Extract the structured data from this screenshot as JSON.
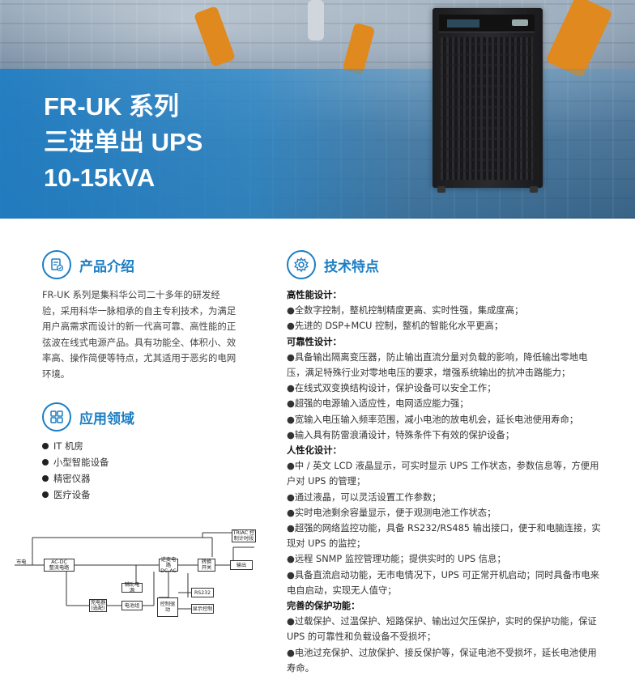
{
  "hero": {
    "title_lines": [
      "FR-UK 系列",
      "三进单出 UPS",
      "10-15kVA"
    ]
  },
  "intro": {
    "title": "产品介绍",
    "icon": "document-check-icon",
    "text": "FR-UK 系列是集科华公司二十多年的研发经验，采用科华一脉相承的自主专利技术，为满足用户高需求而设计的新一代高可靠、高性能的正弦波在线式电源产品。具有功能全、体积小、效率高、操作简便等特点，尤其适用于恶劣的电网环境。"
  },
  "apps": {
    "title": "应用领域",
    "icon": "grid-icon",
    "items": [
      "IT 机房",
      "小型智能设备",
      "精密仪器",
      "医疗设备"
    ]
  },
  "diagram": {
    "mains": "市电",
    "acdc": [
      "AC-DC",
      "整流电路"
    ],
    "inverter": [
      "逆变电路",
      "DC-AC"
    ],
    "triac": [
      "TRIAC 控",
      "制计时段"
    ],
    "switch": [
      "转换",
      "开关"
    ],
    "output": "输出",
    "charger": [
      "充电器",
      "(选配)"
    ],
    "battery": "电池组",
    "aux": "辅助电源",
    "control": "控制驱动",
    "rs232": "RS232",
    "display": "显示控制"
  },
  "tech": {
    "title": "技术特点",
    "icon": "gear-icon",
    "lines": [
      {
        "t": "高性能设计：",
        "h": true
      },
      {
        "t": "●全数字控制，整机控制精度更高、实时性强，集成度高；",
        "h": false
      },
      {
        "t": "●先进的 DSP+MCU 控制，整机的智能化水平更高；",
        "h": false
      },
      {
        "t": "可靠性设计：",
        "h": true
      },
      {
        "t": "●具备输出隔离变压器，防止输出直流分量对负载的影响，降低输出零地电压，满足特殊行业对零地电压的要求，增强系统输出的抗冲击路能力；",
        "h": false
      },
      {
        "t": "●在线式双变换结构设计，保护设备可以安全工作；",
        "h": false
      },
      {
        "t": "●超强的电源输入适应性，电网适应能力强；",
        "h": false
      },
      {
        "t": "●宽输入电压输入频率范围，减小电池的放电机会，延长电池使用寿命；",
        "h": false
      },
      {
        "t": "●输入具有防雷浪涌设计，特殊条件下有效的保护设备；",
        "h": false
      },
      {
        "t": "人性化设计：",
        "h": true
      },
      {
        "t": "●中 / 英文 LCD 液晶显示，可实时显示 UPS 工作状态，参数信息等，方便用户对 UPS 的管理；",
        "h": false
      },
      {
        "t": "●通过液晶，可以灵活设置工作参数；",
        "h": false
      },
      {
        "t": "●实时电池剩余容量显示，便于观测电池工作状态；",
        "h": false
      },
      {
        "t": "●超强的网络监控功能，具备 RS232/RS485 输出接口，便于和电脑连接，实现对 UPS 的监控；",
        "h": false
      },
      {
        "t": "●远程 SNMP 监控管理功能；提供实时的 UPS 信息；",
        "h": false
      },
      {
        "t": "●具备直流启动功能，无市电情况下，UPS 可正常开机启动；同时具备市电来电自启动，实现无人值守；",
        "h": false
      },
      {
        "t": "完善的保护功能：",
        "h": true
      },
      {
        "t": "●过载保护、过温保护、短路保护、输出过欠压保护，实时的保护功能，保证 UPS 的可靠性和负载设备不受损坏；",
        "h": false
      },
      {
        "t": "●电池过充保护、过放保护、接反保护等，保证电池不受损坏，延长电池使用寿命。",
        "h": false
      }
    ]
  },
  "colors": {
    "accent": "#1b7ec3",
    "band": "#2f8ccd"
  }
}
